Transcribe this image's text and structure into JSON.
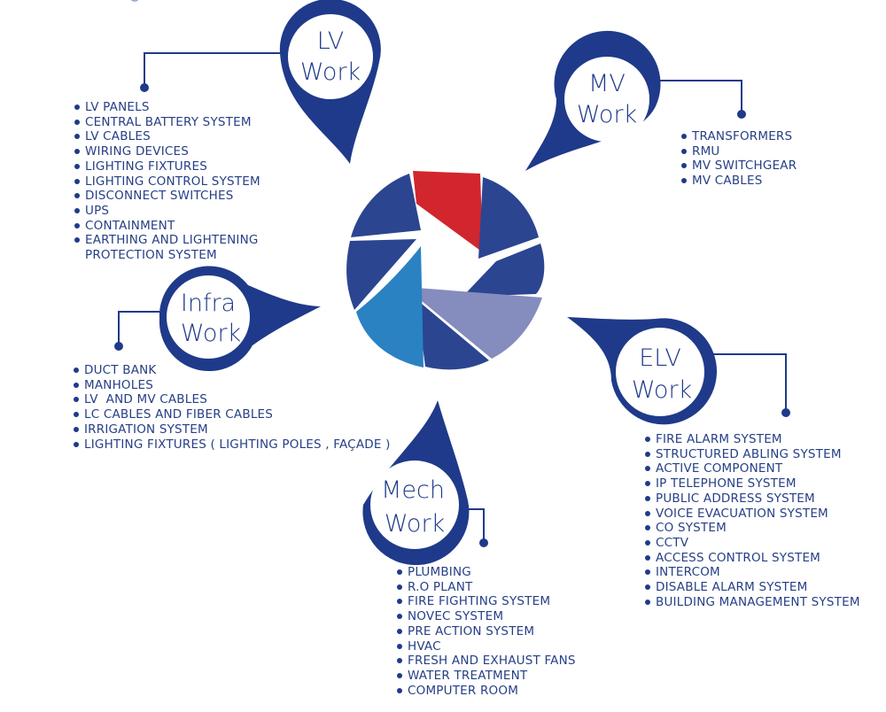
{
  "colors": {
    "primary": "#1f3a8a",
    "text": "#263f86",
    "accent_red": "#d1262d",
    "segment_light_blue": "#2a82c3",
    "segment_lavender": "#858cbe",
    "segment_navy": "#2c4590"
  },
  "pins": {
    "lv": {
      "line1": "LV",
      "line2": "Work"
    },
    "mv": {
      "line1": "MV",
      "line2": "Work"
    },
    "infra": {
      "line1": "Infra",
      "line2": "Work"
    },
    "elv": {
      "line1": "ELV",
      "line2": "Work"
    },
    "mech": {
      "line1": "Mech",
      "line2": "Work"
    }
  },
  "lists": {
    "lv": [
      "LV PANELS",
      "CENTRAL BATTERY SYSTEM",
      "LV CABLES",
      "WIRING DEVICES",
      "LIGHTING FIXTURES",
      "LIGHTING CONTROL SYSTEM",
      "DISCONNECT SWITCHES",
      "UPS",
      "CONTAINMENT",
      "EARTHING AND LIGHTENING PROTECTION SYSTEM"
    ],
    "mv": [
      "TRANSFORMERS",
      "RMU",
      "MV SWITCHGEAR",
      "MV CABLES"
    ],
    "infra": [
      "DUCT BANK",
      "MANHOLES",
      "LV  AND MV CABLES",
      "LC CABLES AND FIBER CABLES",
      "IRRIGATION SYSTEM",
      "LIGHTING FIXTURES ( LIGHTING POLES , FAÇADE )"
    ],
    "elv": [
      "FIRE ALARM SYSTEM",
      "STRUCTURED ABLING SYSTEM",
      "ACTIVE COMPONENT",
      "IP TELEPHONE SYSTEM",
      "PUBLIC ADDRESS SYSTEM",
      "VOICE EVACUATION SYSTEM",
      "CO SYSTEM",
      "CCTV",
      "ACCESS CONTROL SYSTEM",
      "INTERCOM",
      "DISABLE ALARM SYSTEM",
      "BUILDING MANAGEMENT SYSTEM"
    ],
    "mech": [
      "PLUMBING",
      "R.O PLANT",
      "FIRE FIGHTING SYSTEM",
      "NOVEC SYSTEM",
      "PRE ACTION SYSTEM",
      "HVAC",
      "FRESH AND EXHAUST FANS",
      "WATER TREATMENT",
      "COMPUTER ROOM"
    ]
  }
}
